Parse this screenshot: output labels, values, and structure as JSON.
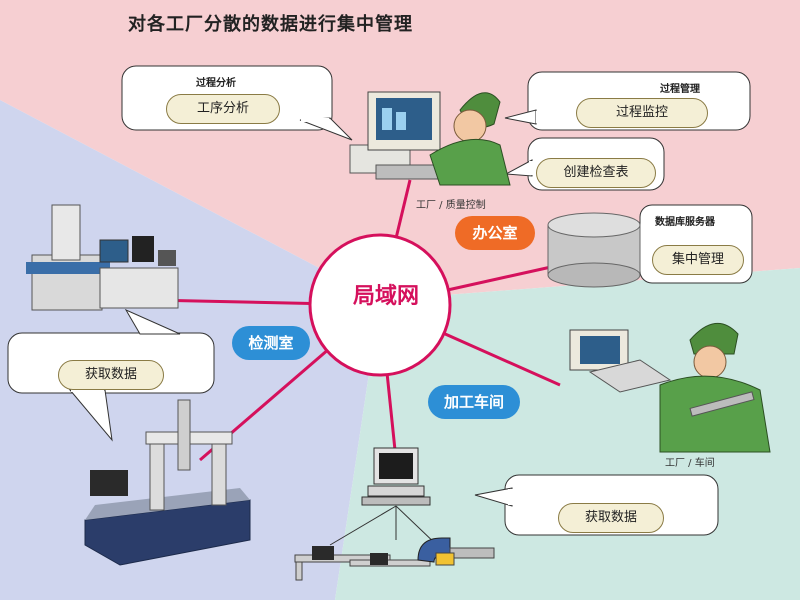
{
  "title": "对各工厂分散的数据进行集中管理",
  "hub": {
    "label": "局域网"
  },
  "rooms": {
    "office": "办公室",
    "inspection": "检测室",
    "workshop": "加工车间"
  },
  "bubbles": {
    "process_analysis": {
      "title": "过程分析",
      "button": "工序分析"
    },
    "process_management": {
      "title": "过程管理",
      "button": "过程监控"
    },
    "create_report": {
      "button": "创建检查表"
    },
    "database_server": {
      "title": "数据库服务器",
      "button": "集中管理"
    },
    "inspection_acquire": {
      "button": "获取数据"
    },
    "workshop_acquire": {
      "button": "获取数据"
    }
  },
  "captions": {
    "office_worker": "工厂 / 质量控制",
    "workshop_worker": "工厂 / 车间"
  },
  "colors": {
    "office_bg": "#f6cfd2",
    "inspection_bg": "#cfd5ee",
    "workshop_bg": "#cde8e2",
    "network_line": "#d5105c",
    "office_badge": "#ef6b26",
    "room_badge": "#2d8fd6"
  }
}
